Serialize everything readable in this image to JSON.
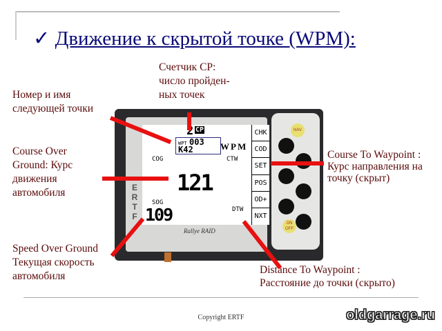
{
  "slide": {
    "title_check": "✓",
    "title": "Движение к скрытой точке (WPM):",
    "copyright": "Copyright ERTF",
    "watermark": "oldgarrage.ru"
  },
  "annotations": {
    "cp_counter": [
      "Счетчик CP:",
      "число пройден-",
      "ных точек"
    ],
    "next_point": [
      "Номер и имя",
      "следующей точки"
    ],
    "cog": {
      "bold": "Course Over",
      "bold2": "Ground:",
      "rest": " Курс",
      "lines": [
        "движения",
        "автомобиля"
      ]
    },
    "sog": {
      "bold": "Speed Over Ground",
      "lines": [
        "Текущая скорость",
        "автомобиля"
      ]
    },
    "ctw": {
      "bold": "Course To Waypoint :",
      "lines": [
        "Курс направления на",
        "точку (скрыт)"
      ]
    },
    "dtw": {
      "bold": "Distance To Waypoint :",
      "lines": [
        "Расстояние до точки (скрыто)"
      ]
    }
  },
  "device": {
    "cp_count": "2",
    "cp_label": "CP",
    "wpt_label": "WPT",
    "wpt_number": "003",
    "wpt_name": "K42",
    "mode": "WPM",
    "cog_label": "COG",
    "ctw_label": "CTW",
    "cog_value": "121",
    "sog_label": "SOG",
    "sog_value": "109",
    "dtw_label": "DTW",
    "keys": [
      "CHK",
      "COD",
      "SET",
      "POS",
      "OD+",
      "NXT"
    ],
    "nav_label": "NAV",
    "onoff_label": [
      "ON",
      "OFF"
    ],
    "brand": "ERTF",
    "logo": "Rallye RAID"
  },
  "colors": {
    "title": "#0a0a78",
    "annotation": "#5a0a0a",
    "arrow": "#e81010"
  }
}
